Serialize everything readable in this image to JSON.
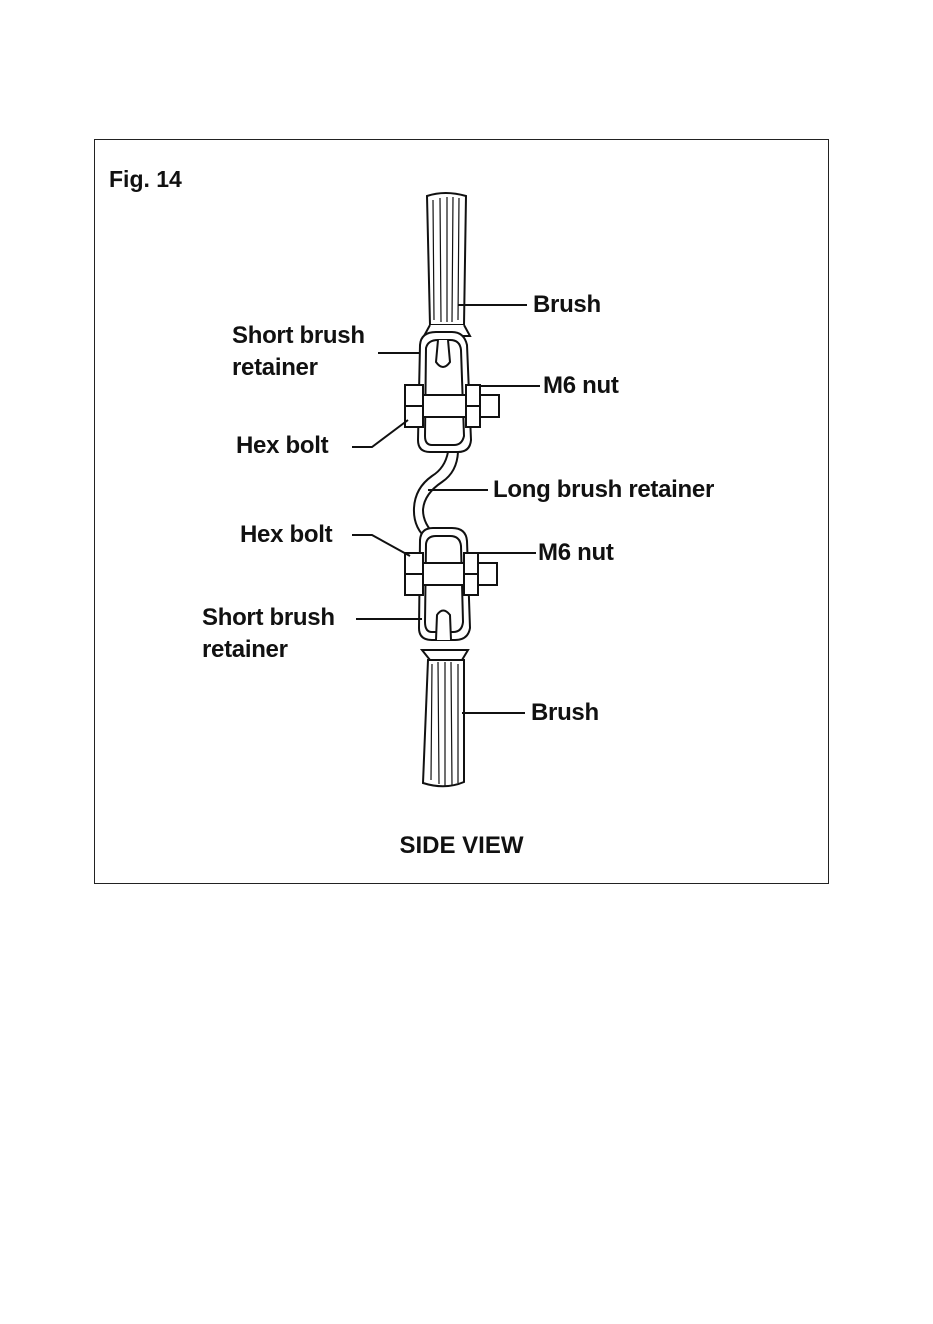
{
  "figure": {
    "number_label": "Fig. 14",
    "view_caption": "SIDE VIEW"
  },
  "labels": {
    "brush_top": "Brush",
    "short_retainer_top_line1": "Short brush",
    "short_retainer_top_line2": "retainer",
    "m6_nut_top": "M6 nut",
    "hex_bolt_top": "Hex bolt",
    "long_retainer": "Long brush retainer",
    "hex_bolt_bottom": "Hex bolt",
    "m6_nut_bottom": "M6 nut",
    "short_retainer_bottom_line1": "Short brush",
    "short_retainer_bottom_line2": "retainer",
    "brush_bottom": "Brush"
  }
}
